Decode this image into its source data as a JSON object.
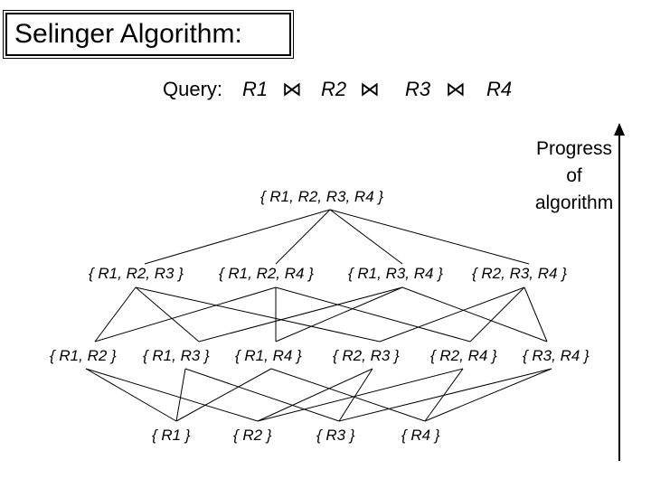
{
  "title": "Selinger Algorithm:",
  "query": {
    "label": "Query:",
    "relations": [
      "R1",
      "R2",
      "R3",
      "R4"
    ],
    "join_symbol": "⋈"
  },
  "progress_label": [
    "Progress",
    "of",
    "algorithm"
  ],
  "levels": {
    "four": [
      "{ R1, R2, R3, R4 }"
    ],
    "three": [
      "{ R1, R2, R3 }",
      "{ R1, R2, R4 }",
      "{ R1, R3, R4 }",
      "{ R2, R3, R4 }"
    ],
    "two": [
      "{ R1, R2 }",
      "{ R1, R3 }",
      "{ R1, R4 }",
      "{ R2, R3 }",
      "{ R2, R4 }",
      "{ R3, R4 }"
    ],
    "one": [
      "{ R1 }",
      "{ R2 }",
      "{ R3 }",
      "{ R4 }"
    ]
  }
}
